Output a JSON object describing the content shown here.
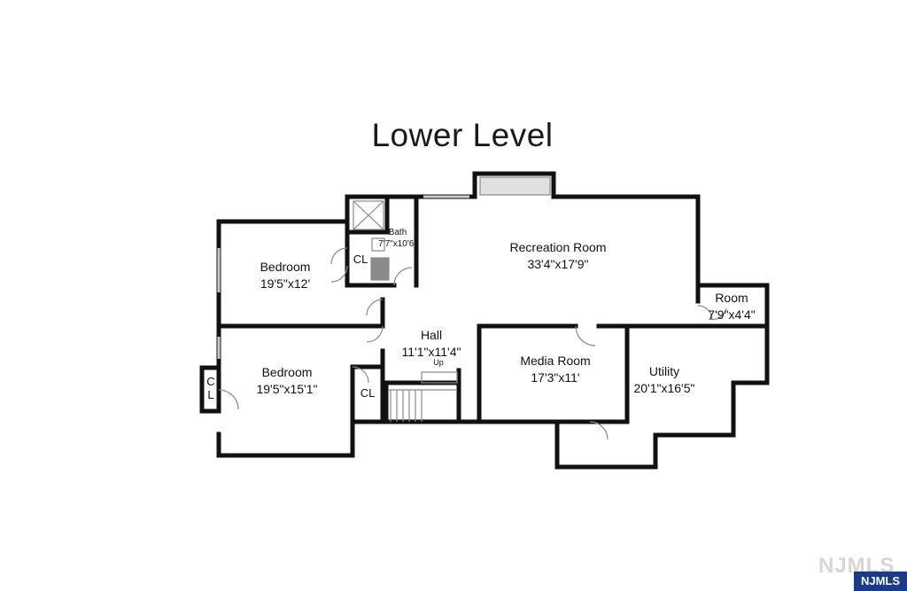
{
  "title": "Lower Level",
  "rooms": [
    {
      "id": "bedroom1",
      "name": "Bedroom",
      "dims": "19'5\"x12'"
    },
    {
      "id": "bedroom2",
      "name": "Bedroom",
      "dims": "19'5\"x15'1\""
    },
    {
      "id": "bath",
      "name": "Bath",
      "dims": "7'7\"x10'6\""
    },
    {
      "id": "recreation",
      "name": "Recreation Room",
      "dims": "33'4\"x17'9\""
    },
    {
      "id": "hall",
      "name": "Hall",
      "dims": "11'1\"x11'4\""
    },
    {
      "id": "media",
      "name": "Media Room",
      "dims": "17'3\"x11'"
    },
    {
      "id": "room",
      "name": "Room",
      "dims": "7'9\"x4'4\""
    },
    {
      "id": "utility",
      "name": "Utility",
      "dims": "20'1\"x16'5\""
    }
  ],
  "closets": {
    "cl1": "CL",
    "cl2": "CL",
    "cl3_line1": "C",
    "cl3_line2": "L"
  },
  "stairs_label": "Up",
  "watermark": {
    "ghost": "NJMLS",
    "badge": "NJMLS"
  },
  "colors": {
    "wall": "#111111",
    "fixture": "#8a8a8a",
    "badge": "#1b3a8a"
  }
}
